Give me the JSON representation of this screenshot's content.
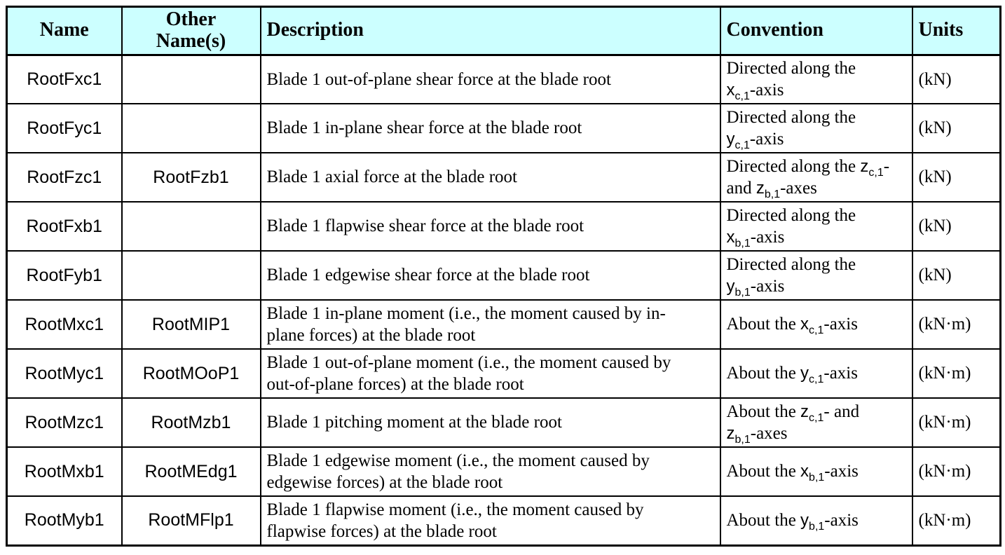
{
  "colors": {
    "header_bg": "#CCFFFF",
    "border": "#000000",
    "text": "#000000",
    "page_bg": "#FFFFFF"
  },
  "columns": [
    {
      "id": "name",
      "label": "Name"
    },
    {
      "id": "other",
      "label": "Other\nName(s)"
    },
    {
      "id": "description",
      "label": "Description"
    },
    {
      "id": "convention",
      "label": "Convention"
    },
    {
      "id": "units",
      "label": "Units"
    }
  ],
  "rows": [
    {
      "name": "RootFxc1",
      "other": "",
      "description": "Blade 1 out-of-plane shear force at the blade root",
      "convention": [
        {
          "text": "Directed along the "
        },
        {
          "var": "x",
          "sub": "c,1",
          "suffix": "-axis"
        }
      ],
      "units": "(kN)"
    },
    {
      "name": "RootFyc1",
      "other": "",
      "description": "Blade 1 in-plane shear force at the blade root",
      "convention": [
        {
          "text": "Directed along the "
        },
        {
          "var": "y",
          "sub": "c,1",
          "suffix": "-axis"
        }
      ],
      "units": "(kN)"
    },
    {
      "name": "RootFzc1",
      "other": "RootFzb1",
      "description": "Blade 1 axial force at the blade root",
      "convention": [
        {
          "text": "Directed along the "
        },
        {
          "var": "z",
          "sub": "c,1",
          "suffix": "-"
        },
        {
          "text": " and "
        },
        {
          "var": "z",
          "sub": "b,1",
          "suffix": "-axes"
        }
      ],
      "units": "(kN)"
    },
    {
      "name": "RootFxb1",
      "other": "",
      "description": "Blade 1 flapwise shear force at the blade root",
      "convention": [
        {
          "text": "Directed along the "
        },
        {
          "var": "x",
          "sub": "b,1",
          "suffix": "-axis"
        }
      ],
      "units": "(kN)"
    },
    {
      "name": "RootFyb1",
      "other": "",
      "description": "Blade 1 edgewise shear force at the blade root",
      "convention": [
        {
          "text": "Directed along the "
        },
        {
          "var": "y",
          "sub": "b,1",
          "suffix": "-axis"
        }
      ],
      "units": "(kN)"
    },
    {
      "name": "RootMxc1",
      "other": "RootMIP1",
      "description": "Blade 1 in-plane moment (i.e., the moment caused by in-plane forces) at the blade root",
      "convention": [
        {
          "text": "About the "
        },
        {
          "var": "x",
          "sub": "c,1",
          "suffix": "-axis"
        }
      ],
      "units": "(kN·m)"
    },
    {
      "name": "RootMyc1",
      "other": "RootMOoP1",
      "description": "Blade 1 out-of-plane moment (i.e., the moment caused by out-of-plane forces) at the blade root",
      "convention": [
        {
          "text": "About the "
        },
        {
          "var": "y",
          "sub": "c,1",
          "suffix": "-axis"
        }
      ],
      "units": "(kN·m)"
    },
    {
      "name": "RootMzc1",
      "other": "RootMzb1",
      "description": "Blade 1 pitching moment at the blade root",
      "convention": [
        {
          "text": "About the "
        },
        {
          "var": "z",
          "sub": "c,1",
          "suffix": "-"
        },
        {
          "text": " and "
        },
        {
          "var": "z",
          "sub": "b,1",
          "suffix": "-axes"
        }
      ],
      "units": "(kN·m)"
    },
    {
      "name": "RootMxb1",
      "other": "RootMEdg1",
      "description": "Blade 1 edgewise moment (i.e., the moment caused by edgewise forces) at the blade root",
      "convention": [
        {
          "text": "About the "
        },
        {
          "var": "x",
          "sub": "b,1",
          "suffix": "-axis"
        }
      ],
      "units": "(kN·m)"
    },
    {
      "name": "RootMyb1",
      "other": "RootMFlp1",
      "description": "Blade 1 flapwise moment (i.e., the moment caused by flapwise forces) at the blade root",
      "convention": [
        {
          "text": "About the "
        },
        {
          "var": "y",
          "sub": "b,1",
          "suffix": "-axis"
        }
      ],
      "units": "(kN·m)"
    }
  ]
}
